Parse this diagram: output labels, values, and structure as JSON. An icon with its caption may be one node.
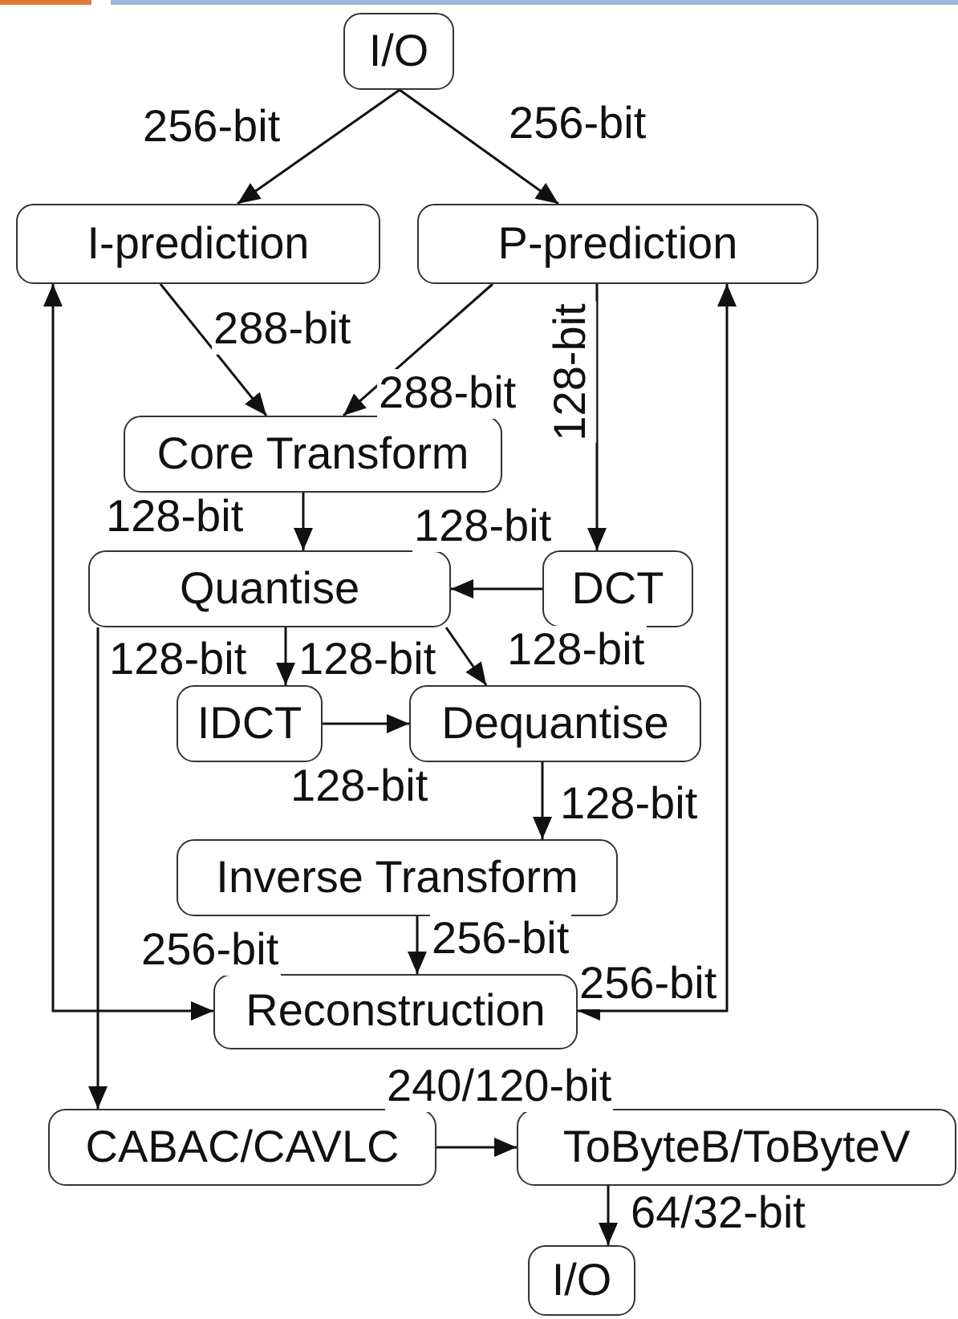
{
  "diagram": {
    "nodes": [
      {
        "text": [
          "I/O"
        ]
      },
      {
        "text": [
          "I-prediction"
        ]
      },
      {
        "text": [
          "P-prediction"
        ]
      },
      {
        "text": [
          "Core Transform"
        ]
      },
      {
        "text": [
          "Quantise"
        ]
      },
      {
        "text": [
          "DCT"
        ]
      },
      {
        "text": [
          "IDCT"
        ]
      },
      {
        "text": [
          "Dequantise"
        ]
      },
      {
        "text": [
          "Inverse Transform"
        ]
      },
      {
        "text": [
          "Reconstruction"
        ]
      },
      {
        "text": [
          "CABAC/CAVLC"
        ]
      },
      {
        "text": [
          "ToByteB/ToByteV"
        ]
      },
      {
        "text": [
          "I/O"
        ]
      }
    ],
    "edges": [
      {
        "from": 0,
        "to": 1,
        "arrow": "to",
        "label": "256-bit"
      },
      {
        "from": 0,
        "to": 2,
        "arrow": "to",
        "label": "256-bit"
      },
      {
        "from": 1,
        "to": 3,
        "arrow": "to",
        "label": "288-bit"
      },
      {
        "from": 2,
        "to": 3,
        "arrow": "to",
        "label": "288-bit"
      },
      {
        "from": 2,
        "to": 5,
        "arrow": "to",
        "label": "128-bit"
      },
      {
        "from": 3,
        "to": 4,
        "arrow": "to",
        "label": "128-bit"
      },
      {
        "from": 5,
        "to": 4,
        "arrow": "to",
        "label": "128-bit"
      },
      {
        "from": 4,
        "to": 6,
        "arrow": "to",
        "label": "128-bit"
      },
      {
        "from": 4,
        "to": 7,
        "arrow": "to",
        "label": "128-bit"
      },
      {
        "from": 6,
        "to": 7,
        "arrow": "to",
        "label": "128-bit"
      },
      {
        "from": 7,
        "to": 8,
        "arrow": "to",
        "label": "128-bit"
      },
      {
        "from": 8,
        "to": 9,
        "arrow": "to",
        "label": "256-bit"
      },
      {
        "from": 9,
        "to": 1,
        "arrow": "both",
        "label": "256-bit"
      },
      {
        "from": 9,
        "to": 2,
        "arrow": "both",
        "label": "256-bit"
      },
      {
        "from": 4,
        "to": 10,
        "arrow": "to",
        "label": "128-bit"
      },
      {
        "from": 10,
        "to": 11,
        "arrow": "to",
        "label": "240/120-bit"
      },
      {
        "from": 11,
        "to": 12,
        "arrow": "to",
        "label": "64/32-bit"
      }
    ]
  }
}
